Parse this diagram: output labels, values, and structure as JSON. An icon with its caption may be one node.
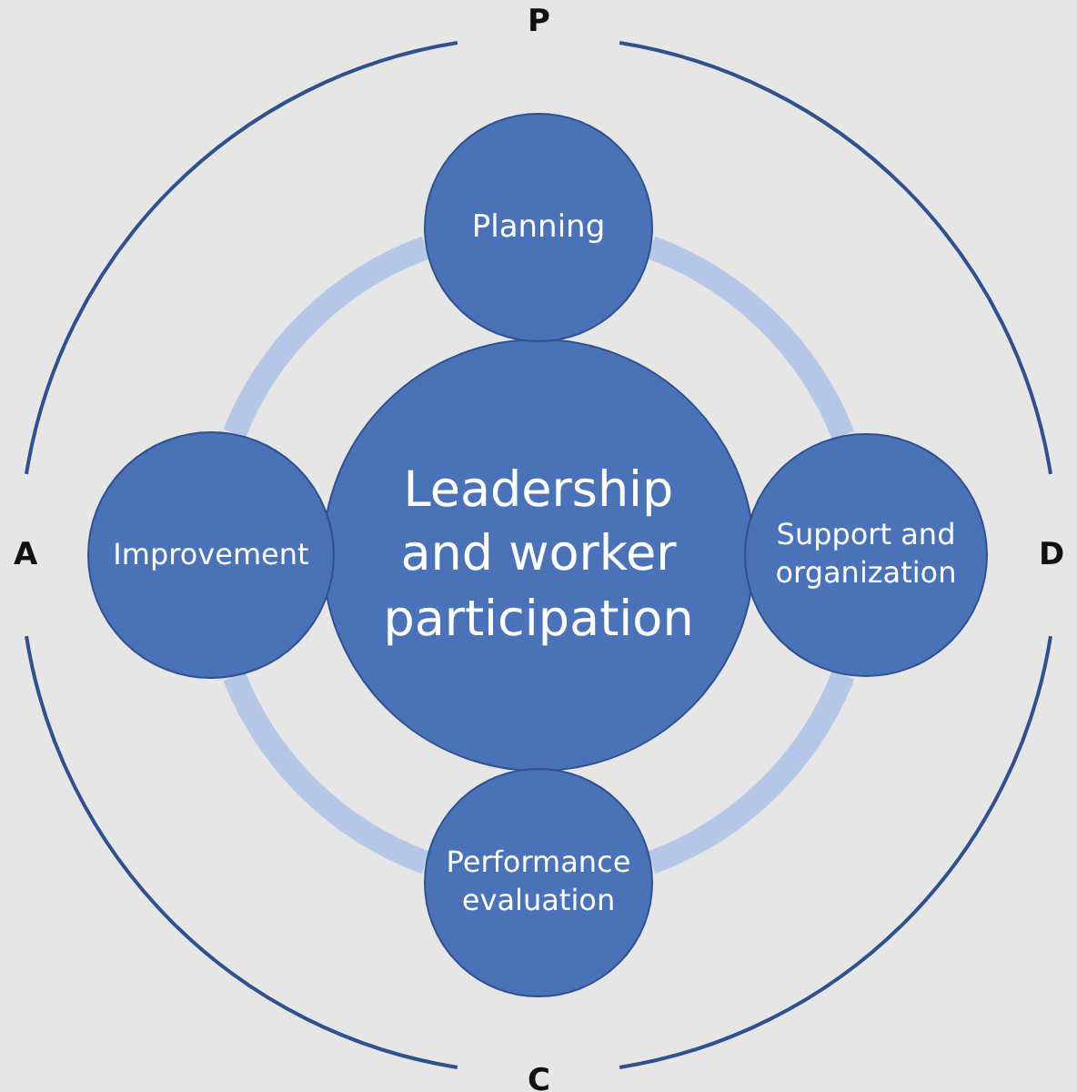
{
  "diagram": {
    "nodes": [
      {
        "text": [
          "Planning"
        ]
      },
      {
        "text": [
          "Leadership and worker participation"
        ]
      },
      {
        "text": [
          "Improvement"
        ]
      },
      {
        "text": [
          "Support and organization"
        ]
      },
      {
        "text": [
          "Performance evaluation"
        ]
      }
    ],
    "edges": [
      {
        "from": 0,
        "to": 3,
        "arrow": "none"
      },
      {
        "from": 3,
        "to": 4,
        "arrow": "none"
      },
      {
        "from": 4,
        "to": 2,
        "arrow": "none"
      },
      {
        "from": 2,
        "to": 0,
        "arrow": "none"
      }
    ],
    "labels": [
      "P",
      "A",
      "D",
      "C"
    ]
  }
}
